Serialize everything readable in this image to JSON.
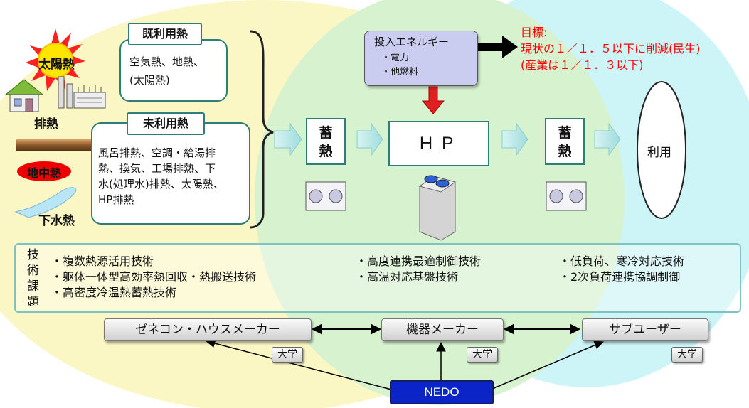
{
  "heat_sources": {
    "solar_label": "太陽熱",
    "exhaust_label": "排熱",
    "ground_label": "地中熱",
    "sewage_label": "下水熱"
  },
  "used_heat": {
    "title": "既利用熱",
    "body_lines": [
      "空気熱、地熱、",
      "(太陽熱)"
    ]
  },
  "unused_heat": {
    "title": "未利用熱",
    "body_lines": [
      "風呂排熱、空調・給湯排",
      "熱、換気、工場排熱、下",
      "水(処理水)排熱、太陽熱、",
      "HP排熱"
    ]
  },
  "input_energy": {
    "title": "投入エネルギー",
    "items": [
      "・電力",
      "・他燃料"
    ]
  },
  "goal": {
    "lines": [
      "目標:",
      "現状の１／１．５以下に削減(民生)",
      "(産業は１／１．３以下)"
    ],
    "color": "#ff0000"
  },
  "flow": {
    "storage1_label": "蓄熱",
    "hp_label": "ＨＰ",
    "storage2_label": "蓄熱",
    "use_label": "利用"
  },
  "tech": {
    "side_label_chars": [
      "技",
      "術",
      "課",
      "題"
    ],
    "col1": [
      "・複数熱源活用技術",
      "・躯体一体型高効率熱回収・熱搬送技術",
      "・高密度冷温熱蓄熱技術"
    ],
    "col2": [
      "・高度連携最適制御技術",
      "・高温対応基盤技術"
    ],
    "col3": [
      "・低負荷、寒冷対応技術",
      "・2次負荷連携協調制御"
    ]
  },
  "actors": {
    "general": "ゼネコン・ハウスメーカー",
    "maker": "機器メーカー",
    "sub": "サブユーザー",
    "university": "大学",
    "nedo": "NEDO"
  },
  "colors": {
    "yellow_circle": "#fbf7c4",
    "green_circle": "#d6f2cf",
    "cyan_circle": "#cdf4f7",
    "box_border": "#2e7d78",
    "input_box": "#cbcdf0",
    "nedo_blue": "#0a24c8",
    "arrow_red": "#e02020"
  }
}
